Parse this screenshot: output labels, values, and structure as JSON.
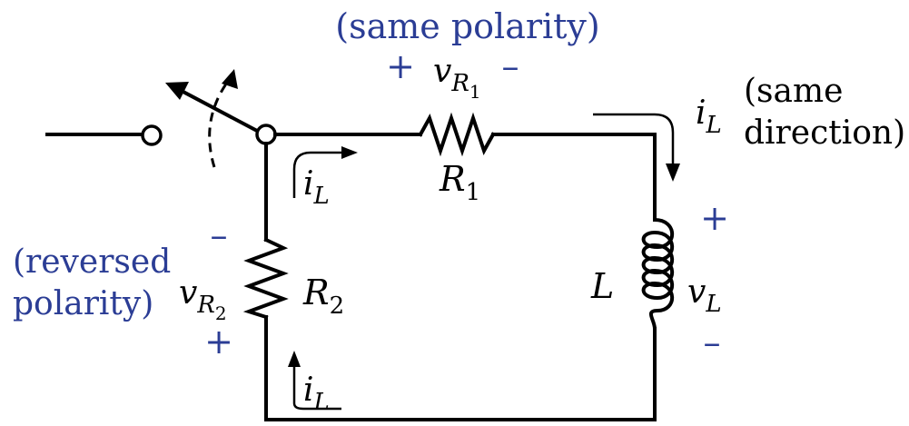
{
  "annotations": {
    "same_polarity": "(same polarity)",
    "same_direction_line1": "(same",
    "same_direction_line2": "direction)",
    "reversed_polarity_line1": "(reversed",
    "reversed_polarity_line2": "polarity)"
  },
  "components": {
    "r1": {
      "name": "R",
      "subscript": "1"
    },
    "r2": {
      "name": "R",
      "subscript": "2"
    },
    "inductor": {
      "name": "L"
    }
  },
  "voltages": {
    "v_r1": {
      "symbol": "v",
      "sub": "R",
      "subsub": "1",
      "plus": "+",
      "minus": "–"
    },
    "v_r2": {
      "symbol": "v",
      "sub": "R",
      "subsub": "2",
      "plus": "+",
      "minus": "–"
    },
    "v_l": {
      "symbol": "v",
      "sub": "L",
      "plus": "+",
      "minus": "–"
    }
  },
  "currents": {
    "i_l_top_right": {
      "symbol": "i",
      "sub": "L"
    },
    "i_l_left_top": {
      "symbol": "i",
      "sub": "L"
    },
    "i_l_left_bottom": {
      "symbol": "i",
      "sub": "L"
    }
  },
  "colors": {
    "annotation": "#2b3d95",
    "circuit": "#000000",
    "background": "#ffffff"
  }
}
